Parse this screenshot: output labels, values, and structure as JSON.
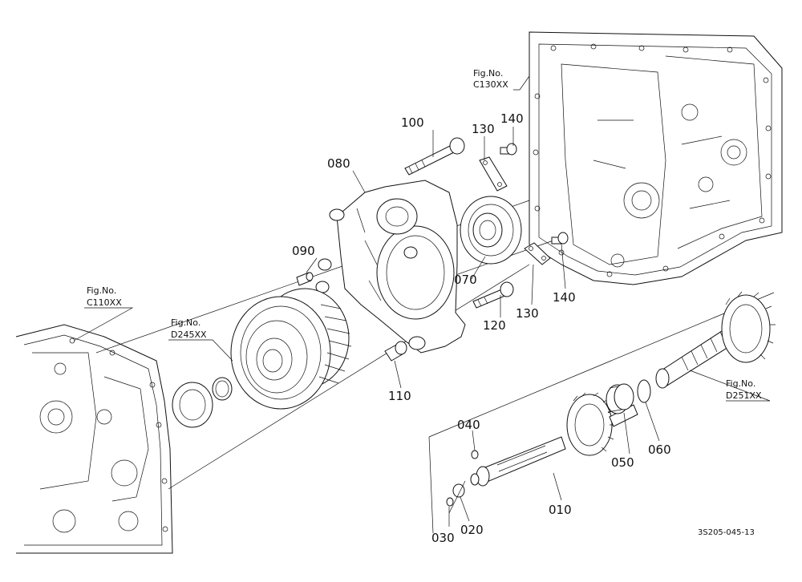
{
  "diagram": {
    "part_labels": {
      "p010": "010",
      "p020": "020",
      "p030": "030",
      "p040": "040",
      "p050": "050",
      "p060": "060",
      "p070": "070",
      "p080": "080",
      "p090": "090",
      "p100": "100",
      "p110": "110",
      "p120": "120",
      "p130a": "130",
      "p130b": "130",
      "p140a": "140",
      "p140b": "140"
    },
    "figure_refs": {
      "c130": {
        "line1": "Fig.No.",
        "line2": "C130XX"
      },
      "c110": {
        "line1": "Fig.No.",
        "line2": "C110XX"
      },
      "d245": {
        "line1": "Fig.No.",
        "line2": "D245XX"
      },
      "d251": {
        "line1": "Fig.No.",
        "line2": "D251XX"
      }
    },
    "drawing_code": "3S205-045-13"
  }
}
